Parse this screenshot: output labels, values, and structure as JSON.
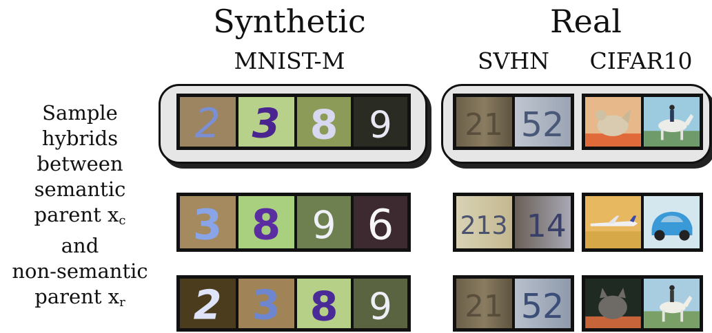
{
  "headers": {
    "synthetic": "Synthetic",
    "real": "Real",
    "mnist_m": "MNIST-M",
    "svhn": "SVHN",
    "cifar10": "CIFAR10"
  },
  "row_label": {
    "line1": "Sample",
    "line2": "hybrids",
    "line3": "between",
    "line4": "semantic",
    "line5_text": "parent x",
    "line5_sub": "c",
    "line6": "and",
    "line7": "non-semantic",
    "line8_text": "parent x",
    "line8_sub": "r"
  },
  "rows": {
    "hybrid": {
      "mnist_digits": [
        "2",
        "3",
        "8",
        "9"
      ],
      "svhn_digits": [
        "21",
        "52"
      ]
    },
    "semantic_parent": {
      "mnist_digits": [
        "3",
        "8",
        "9",
        "6"
      ],
      "svhn_digits": [
        "213",
        "14"
      ]
    },
    "non_semantic_parent": {
      "mnist_digits": [
        "2",
        "3",
        "8",
        "9"
      ],
      "svhn_digits": [
        "21",
        "52"
      ]
    }
  }
}
